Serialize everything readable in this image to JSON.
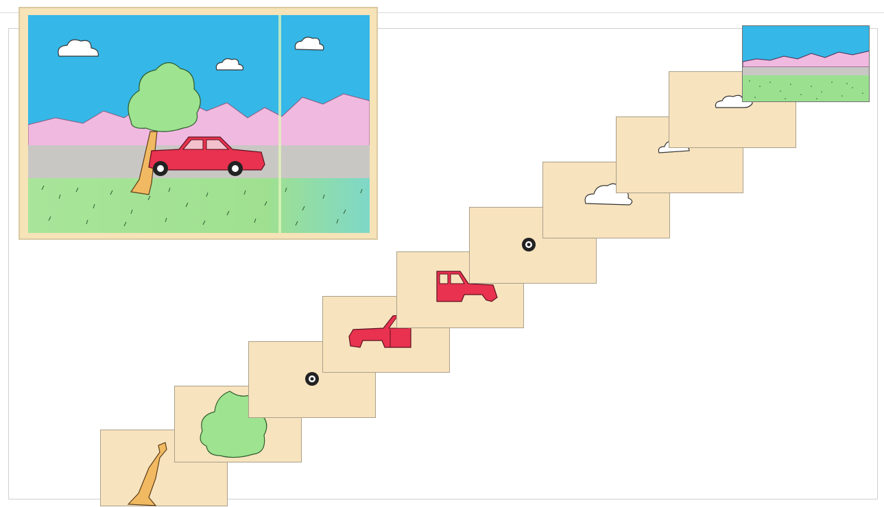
{
  "colors": {
    "sky": "#35b7e8",
    "mountains": "#f0b9e0",
    "road": "#c9c7c4",
    "grass": "#9be08f",
    "tree_foliage": "#9ee38f",
    "tree_trunk": "#f1b961",
    "car_body": "#e8324f",
    "cloud": "#ffffff",
    "layer_card": "#f7e3bd"
  },
  "layers": [
    {
      "id": "tree-trunk",
      "icon": "tree-trunk-icon"
    },
    {
      "id": "tree-foliage",
      "icon": "tree-foliage-icon"
    },
    {
      "id": "rear-wheel",
      "icon": "wheel-icon"
    },
    {
      "id": "car-front-body",
      "icon": "car-front-icon"
    },
    {
      "id": "car-rear-body",
      "icon": "car-rear-icon"
    },
    {
      "id": "front-wheel",
      "icon": "wheel-icon"
    },
    {
      "id": "cloud-large",
      "icon": "cloud-icon"
    },
    {
      "id": "cloud-small",
      "icon": "cloud-icon"
    },
    {
      "id": "cloud-top",
      "icon": "cloud-icon"
    },
    {
      "id": "background",
      "icon": "landscape-icon"
    }
  ]
}
